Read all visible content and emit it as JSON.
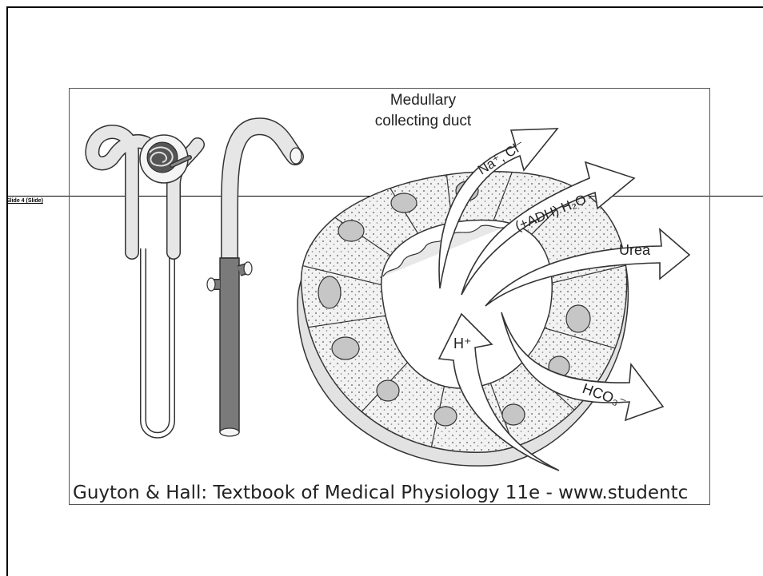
{
  "page": {
    "small_label": "Slide 4 (Slide)"
  },
  "figure": {
    "title_line1": "Medullary",
    "title_line2": "collecting duct",
    "arrows": {
      "na_cl": "Na⁺, Cl⁻",
      "adh_h2o": "(+ADH) H₂O",
      "urea": "Urea",
      "h_plus": "H⁺",
      "hco3": "HCO₃⁻"
    },
    "caption": "Guyton & Hall: Textbook of Medical Physiology 11e - www.studentc"
  },
  "colors": {
    "outline": "#333333",
    "tube_fill": "#e6e6e6",
    "duct_highlight": "#7a7a7a",
    "cell_fill": "#f2f2f2",
    "nucleus_fill": "#c6c6c6"
  }
}
